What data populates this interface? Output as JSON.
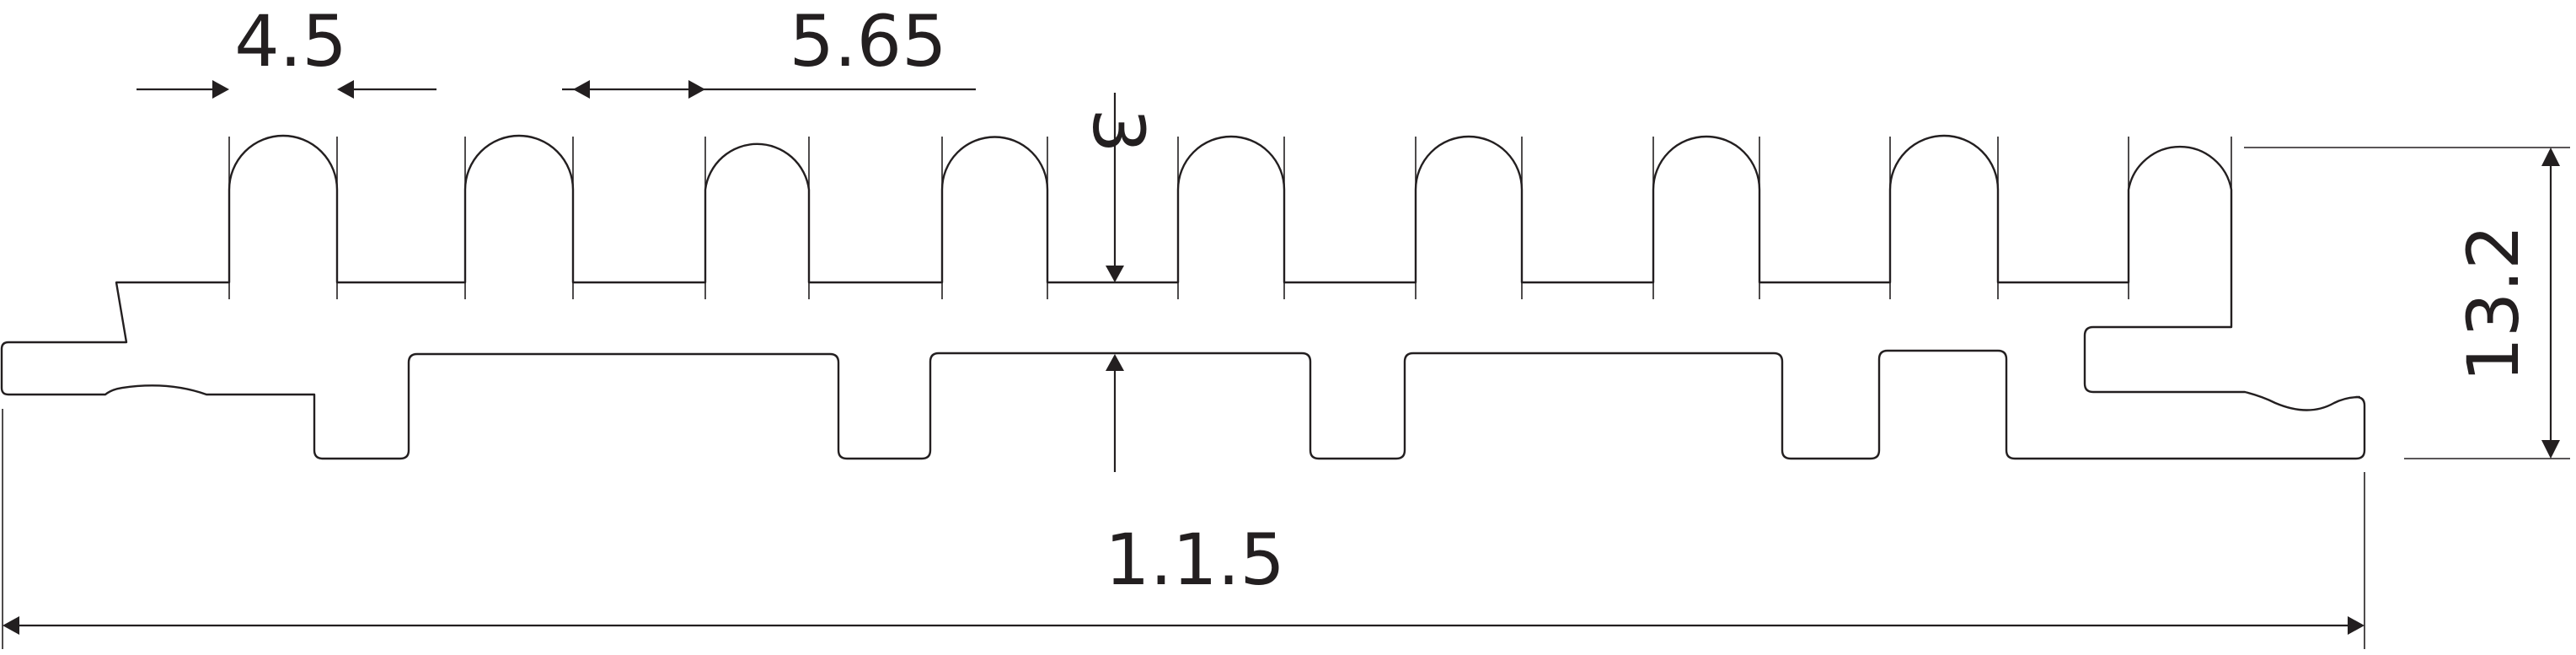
{
  "dimensions": {
    "groove_width": "4.5",
    "groove_pitch": "5.65",
    "groove_depth": "3",
    "board_thickness": "13.2",
    "board_width": "1.1.5"
  },
  "colors": {
    "line": "#231f20",
    "background": "#ffffff"
  }
}
